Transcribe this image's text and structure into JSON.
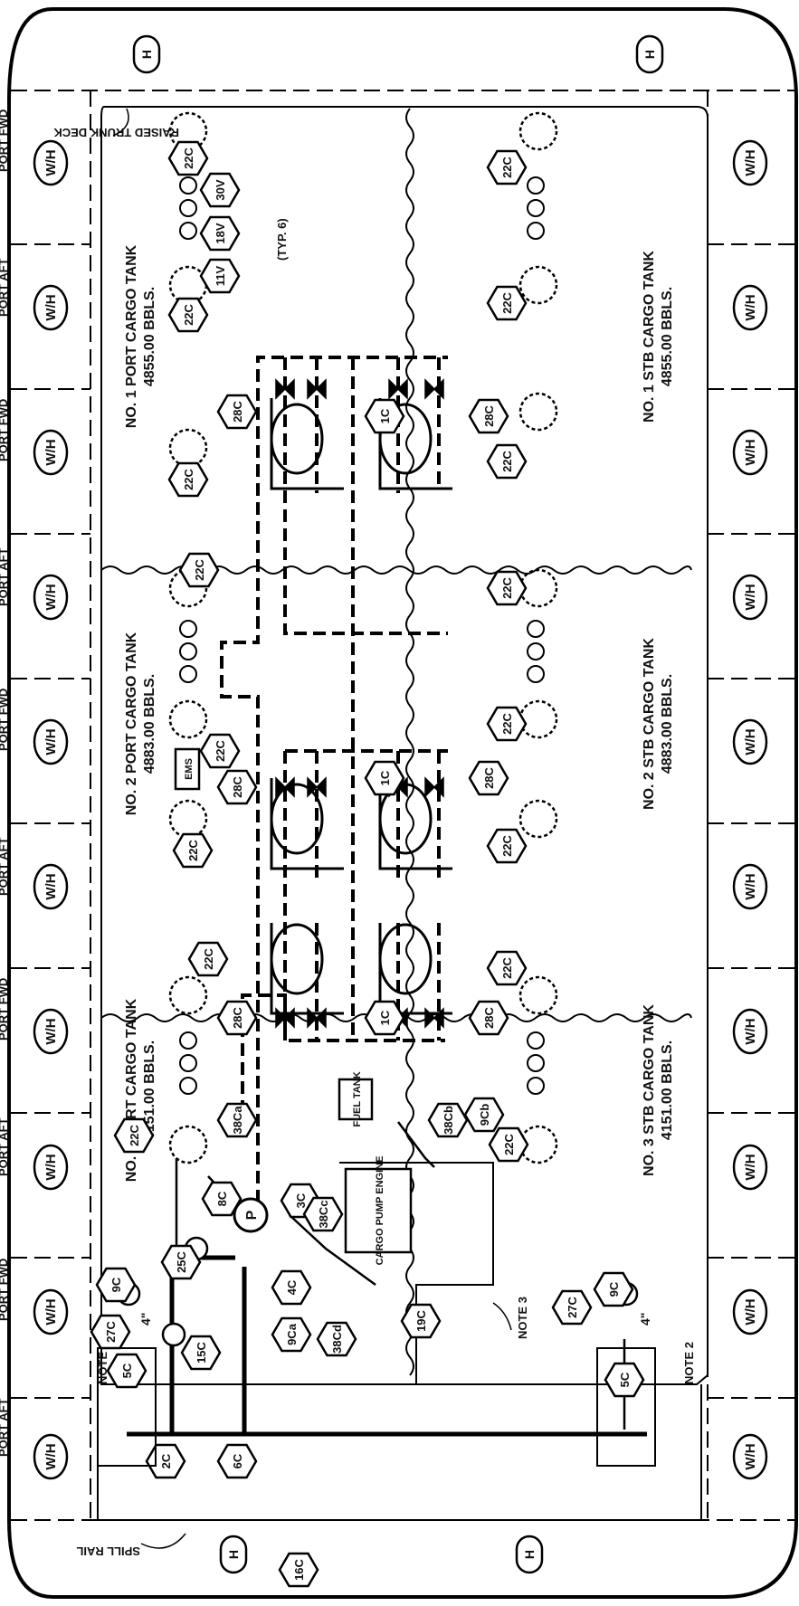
{
  "hatches": {
    "label": "H"
  },
  "wing_tanks": {
    "label": "W/H",
    "port_labels": [
      "PORT AFT",
      "PORT FWD",
      "PORT AFT",
      "PORT FWD",
      "PORT AFT",
      "PORT FWD",
      "PORT AFT",
      "PORT FWD",
      "PORT AFT",
      "PORT FWD"
    ]
  },
  "deck_notes": {
    "raised_trunk_deck": "RAISED TRUNK DECK",
    "typ6": "(TYP. 6)",
    "spill_rail": "SPILL RAIL",
    "note2": "NOTE 2",
    "note3": "NOTE 3"
  },
  "tanks": [
    {
      "name": "NO. 1 PORT CARGO TANK",
      "capacity": "4855.00 BBLS."
    },
    {
      "name": "NO. 1 STB CARGO TANK",
      "capacity": "4855.00 BBLS."
    },
    {
      "name": "NO. 2 PORT CARGO TANK",
      "capacity": "4883.00 BBLS."
    },
    {
      "name": "NO. 2 STB CARGO TANK",
      "capacity": "4883.00 BBLS."
    },
    {
      "name": "NO. 3 PORT CARGO TANK",
      "capacity": "4151.00 BBLS."
    },
    {
      "name": "NO. 3 STB CARGO TANK",
      "capacity": "4151.00 BBLS."
    }
  ],
  "equipment": {
    "fuel_tank": "FUEL TANK",
    "pump_engine": "CARGO PUMP ENGINE",
    "ems": "EMS",
    "pump": "P",
    "pipe_size": "4\""
  },
  "callouts": {
    "c1": "1C",
    "c2": "2C",
    "c3": "3C",
    "c4": "4C",
    "c5": "5C",
    "c6": "6C",
    "c8": "8C",
    "c9": "9C",
    "c9a": "9Ca",
    "c9b": "9Cb",
    "c11": "11V",
    "c15": "15C",
    "c16": "16C",
    "c18": "18V",
    "c19": "19C",
    "c22": "22C",
    "c25": "25C",
    "c27": "27C",
    "c28": "28C",
    "c30": "30V",
    "c38a": "38Ca",
    "c38b": "38Cb",
    "c38c": "38Cc",
    "c38d": "38Cd"
  }
}
